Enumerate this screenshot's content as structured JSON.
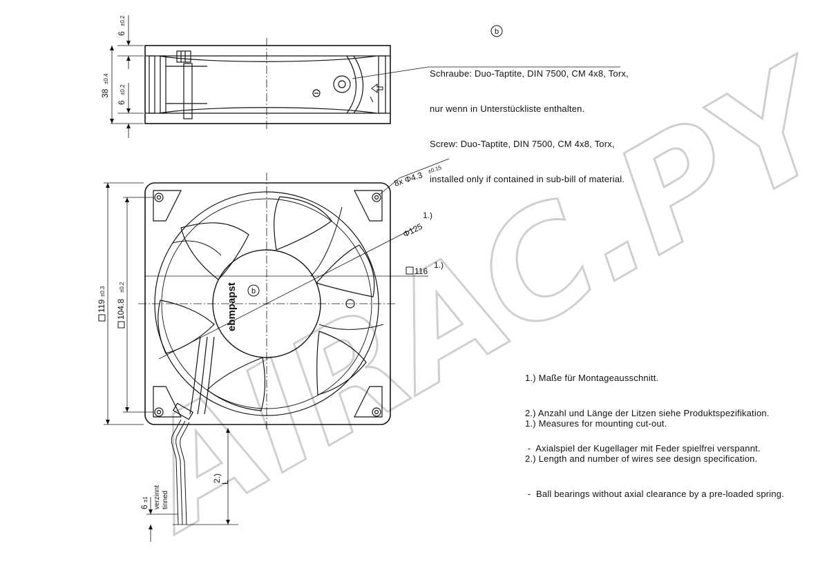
{
  "screw_callout": {
    "marker": "b",
    "lines": [
      "Schraube: Duo-Taptite, DIN 7500, CM 4x8, Torx,",
      "nur wenn in Unterstückliste enthalten.",
      "Screw: Duo-Taptite, DIN 7500, CM 4x8, Torx,",
      "installed only if contained in sub-bill of material."
    ]
  },
  "side_view_dims": {
    "top_flange": "6",
    "top_flange_tol": "±0.2",
    "height": "38",
    "height_tol": "±0.4",
    "bottom_flange": "6",
    "bottom_flange_tol": "±0.2"
  },
  "front_view_dims": {
    "holes": "8x Φ4.3",
    "holes_tol": "±0.15",
    "diameter": "Φ125",
    "diameter_note": "1.)",
    "cutout": "116",
    "cutout_note": "1.)",
    "outer_square": "119",
    "outer_square_tol": "±0.3",
    "hole_pitch": "104.8",
    "hole_pitch_tol": "±0.2",
    "hub_marker": "b",
    "brand": "ebmpapst"
  },
  "wire_dims": {
    "length_note": "2.)",
    "length": "L",
    "tinned_len": "6",
    "tinned_tol": "±1",
    "tinned_de": "verzinnt",
    "tinned_en": "tinned"
  },
  "notes": {
    "de": [
      "1.) Maße für Montageausschnitt.",
      "2.) Anzahl und Länge der Litzen siehe Produktspezifikation.",
      " -  Axialspiel der Kugellager mit Feder spielfrei verspannt."
    ],
    "en": [
      "1.) Measures for mounting cut-out.",
      "2.) Length and number of wires see design specification.",
      " -  Ball bearings without axial clearance by a pre-loaded spring."
    ]
  },
  "watermark": "AIRAC.PY",
  "colors": {
    "line": "#111111",
    "watermark": "#cfcfcf"
  }
}
